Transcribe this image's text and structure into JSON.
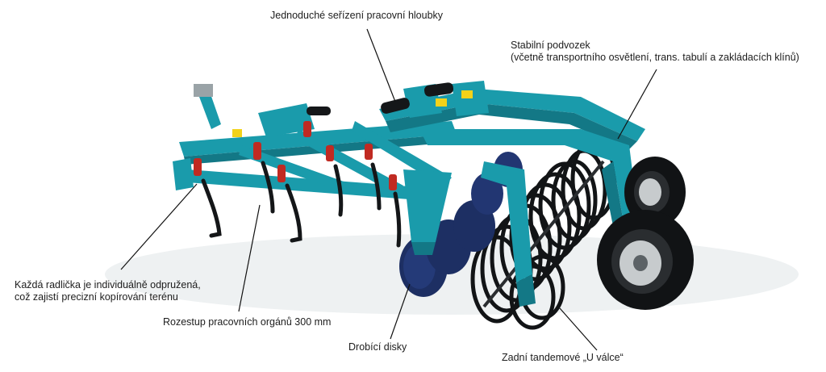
{
  "colors": {
    "frame": "#1a9bab",
    "frame_dark": "#137886",
    "frame_light": "#4fbccb",
    "spring": "#c02a22",
    "tyre": "#111315",
    "rim": "#c7cbcd",
    "disc": "#1d2f63",
    "accent": "#f2d21a",
    "leader_line": "#111111"
  },
  "callouts": {
    "depth": {
      "line1": "Jednoduché seřízení pracovní hloubky"
    },
    "chassis": {
      "line1": "Stabilní podvozek",
      "line2": "(včetně transportního osvětlení, trans. tabulí a zakládacích klínů)"
    },
    "tine": {
      "line1": "Každá radlička je individuálně odpružená,",
      "line2": "což zajistí precizní kopírování terénu"
    },
    "spacing": {
      "line1": "Rozestup pracovních orgánů 300 mm"
    },
    "discs": {
      "line1": "Drobící disky"
    },
    "roller": {
      "line1": "Zadní tandemové „U válce“"
    }
  }
}
